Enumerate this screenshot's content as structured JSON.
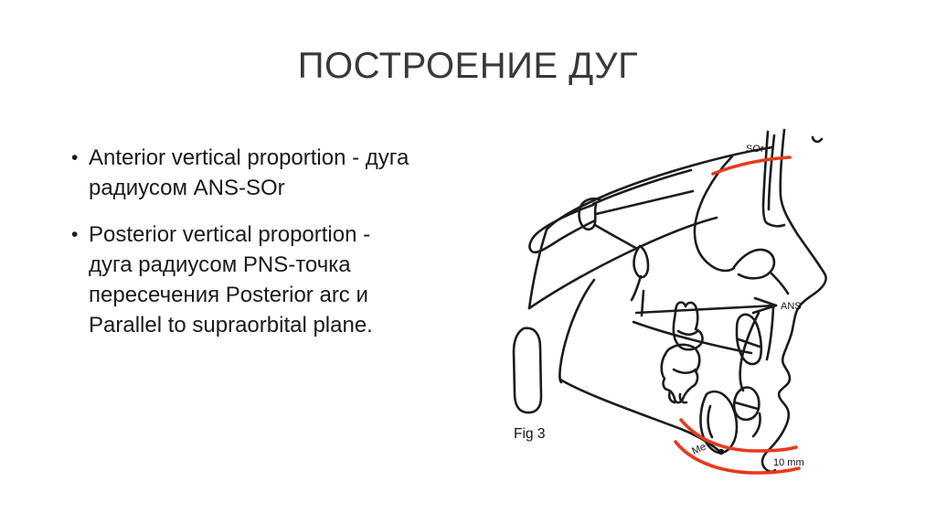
{
  "slide": {
    "title": "ПОСТРОЕНИЕ ДУГ",
    "bullet_marker": "•",
    "bullets": [
      {
        "text": "Anterior vertical proportion - дуга радиусом ANS-SOr"
      },
      {
        "text": "Posterior vertical proportion - дуга радиусом PNS-точка пересечения Posterior arc и Parallel to supraorbital plane."
      }
    ]
  },
  "figure": {
    "caption": "Fig 3",
    "labels": {
      "supraorbital": "SOr",
      "anterior_nasal_spine": "ANS",
      "menton": "Me",
      "scale": "10 mm"
    },
    "colors": {
      "tracing_ink": "#1c1c1c",
      "arc_red": "#e8391c"
    }
  }
}
